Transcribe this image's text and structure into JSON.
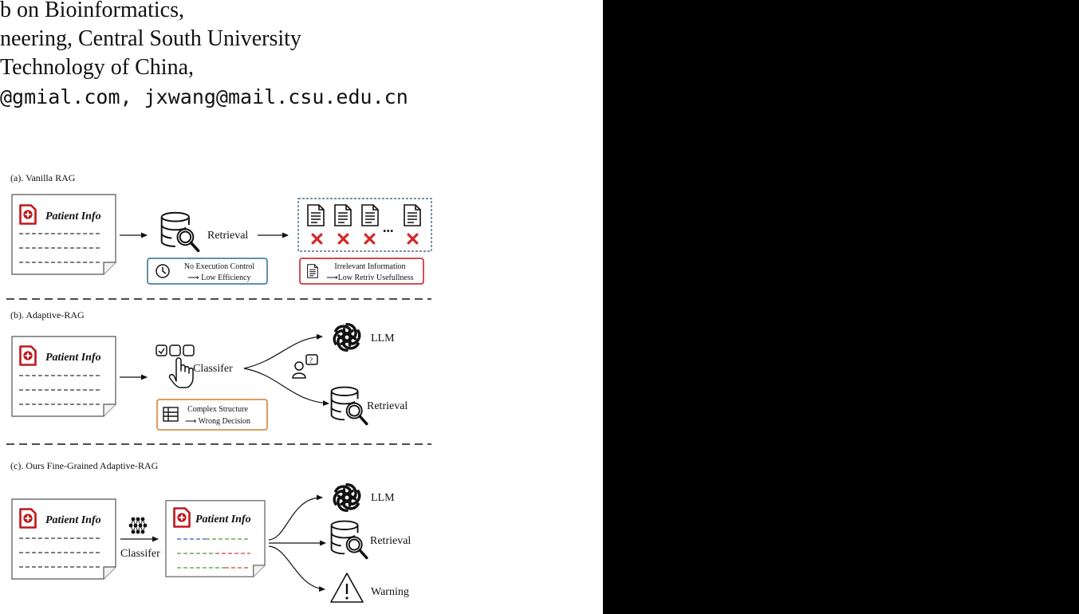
{
  "header": {
    "line1": "b on Bioinformatics,",
    "line2": "neering, Central South University",
    "line3": "Technology of China,",
    "emails": "@gmial.com, jxwang@mail.csu.edu.cn"
  },
  "figure": {
    "panel_a": {
      "title": "(a). Vanilla RAG",
      "patient_info": "Patient Info",
      "retrieval_label": "Retrieval",
      "ellipsis": "...",
      "note_left_line1": "No Execution Control",
      "note_left_line2": "⟶ Low Efficiency",
      "note_right_line1": "Irrelevant Information",
      "note_right_line2": "⟶Low Retriv Usefullness"
    },
    "panel_b": {
      "title": "(b). Adaptive-RAG",
      "patient_info": "Patient Info",
      "classifier_label": "Classifer",
      "llm_label": "LLM",
      "retrieval_label": "Retrieval",
      "question_mark": "?",
      "note_line1": "Complex Structure",
      "note_line2": "⟶ Wrong Decision"
    },
    "panel_c": {
      "title": "(c). Ours Fine-Grained Adaptive-RAG",
      "patient_info_input": "Patient Info",
      "patient_info_output": "Patient Info",
      "classifier_label": "Classifer",
      "llm_label": "LLM",
      "retrieval_label": "Retrieval",
      "warning_label": "Warning"
    },
    "colors": {
      "doc_red": "#c0171c",
      "cross_red": "#d62828",
      "note_blue": "#2e6e8e",
      "note_orange": "#d77a2a",
      "dash_blue": "#3a55b5",
      "dash_green": "#4e9a3a",
      "dash_red": "#c8463a"
    }
  }
}
